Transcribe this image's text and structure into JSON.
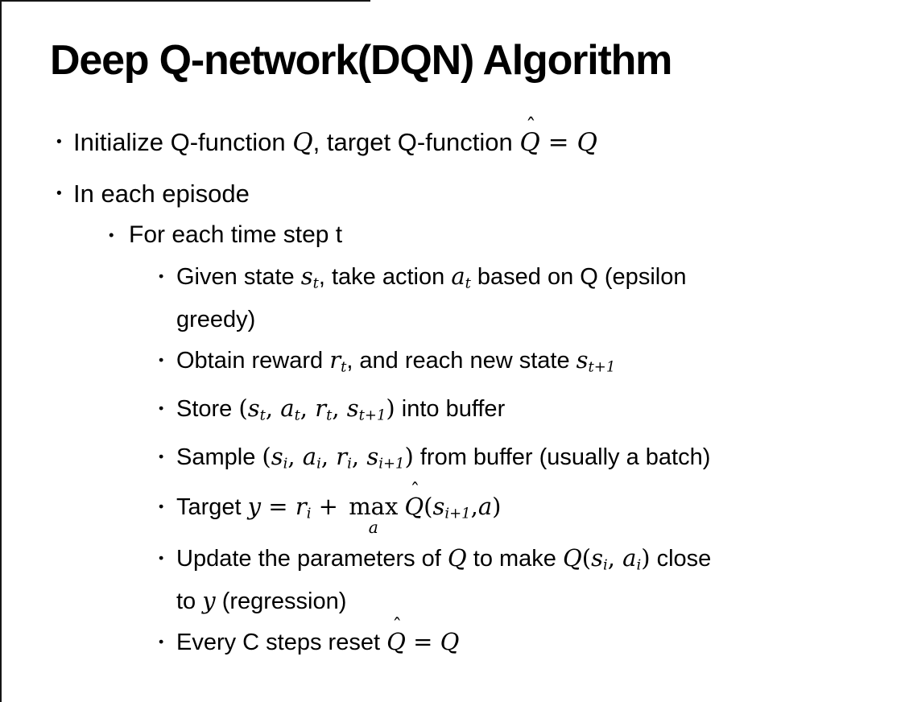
{
  "glyphs": {
    "bullet": "•",
    "hat": "ˆ"
  },
  "colors": {
    "background": "#ffffff",
    "text": "#000000",
    "slide_edge": "#151515"
  },
  "title": "Deep Q-network(DQN) Algorithm",
  "b1": {
    "t1": "Initialize Q-function ",
    "m1": "Q",
    "t2": ", target Q-function ",
    "m2": "Q",
    "op1": " = ",
    "m3": "Q"
  },
  "b2": {
    "t1": "In each episode"
  },
  "b3": {
    "t1": "For each time step t"
  },
  "b4": {
    "t1": "Given state ",
    "m1": "s",
    "sub1": "t",
    "t2": ", take action ",
    "m2": "a",
    "sub2": "t",
    "t3": " based on Q (epsilon",
    "t4": "greedy)"
  },
  "b5": {
    "t1": "Obtain reward ",
    "m1": "r",
    "sub1": "t",
    "t2": ", and reach new state ",
    "m2": "s",
    "sub2": "t+1"
  },
  "b6": {
    "t1": "Store ",
    "p1": "(",
    "m1": "s",
    "sub1": "t",
    "c1": ", ",
    "m2": "a",
    "sub2": "t",
    "c2": ", ",
    "m3": "r",
    "sub3": "t",
    "c3": ", ",
    "m4": "s",
    "sub4": "t+1",
    "p2": ")",
    "t2": " into buffer"
  },
  "b7": {
    "t1": "Sample ",
    "p1": "(",
    "m1": "s",
    "sub1": "i",
    "c1": ", ",
    "m2": "a",
    "sub2": "i",
    "c2": ", ",
    "m3": "r",
    "sub3": "i",
    "c3": ", ",
    "m4": "s",
    "sub4": "i+1",
    "p2": ")",
    "t2": " from buffer (usually a batch)"
  },
  "b8": {
    "t1": "Target ",
    "m1": "y",
    "op1": " = ",
    "m2": "r",
    "sub2": "i",
    "op2": " + ",
    "max_label": "max",
    "max_sub": "a",
    "m3": "Q",
    "p1": "(",
    "m4": "s",
    "sub4": "i+1",
    "c1": ",",
    "m5": "a",
    "p2": ")"
  },
  "b9": {
    "t1": "Update the parameters of ",
    "m1": "Q",
    "t2": " to make ",
    "m2": "Q",
    "p1": "(",
    "m3": "s",
    "sub3": "i",
    "c1": ", ",
    "m4": "a",
    "sub4": "i",
    "p2": ")",
    "t3": " close",
    "t4": "to ",
    "m5": "y",
    "t5": " (regression)"
  },
  "b10": {
    "t1": "Every C steps reset ",
    "m1": "Q",
    "op1": " = ",
    "m2": "Q"
  }
}
